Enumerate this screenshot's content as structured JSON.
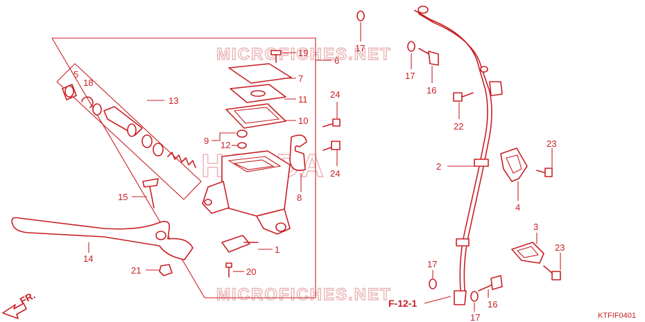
{
  "watermarks": {
    "top": "MICROFICHES.NET",
    "bottom": "MICROFICHES.NET",
    "brand": "HONDA"
  },
  "reference": "F-12-1",
  "direction": "FR.",
  "diagram_code": "KTFIF0401",
  "callouts": {
    "c1": "1",
    "c2": "2",
    "c3": "3",
    "c4": "4",
    "c5": "5",
    "c6": "6",
    "c7": "7",
    "c8": "8",
    "c9": "9",
    "c10": "10",
    "c11": "11",
    "c12": "12",
    "c13": "13",
    "c14": "14",
    "c15": "15",
    "c16a": "16",
    "c16b": "16",
    "c17a": "17",
    "c17b": "17",
    "c17c": "17",
    "c17d": "17",
    "c18": "18",
    "c19": "19",
    "c20": "20",
    "c21": "21",
    "c22": "22",
    "c23a": "23",
    "c23b": "23",
    "c24a": "24",
    "c24b": "24"
  },
  "colors": {
    "line": "#c81e23",
    "watermark": "#e9b3b5",
    "background": "#ffffff"
  }
}
